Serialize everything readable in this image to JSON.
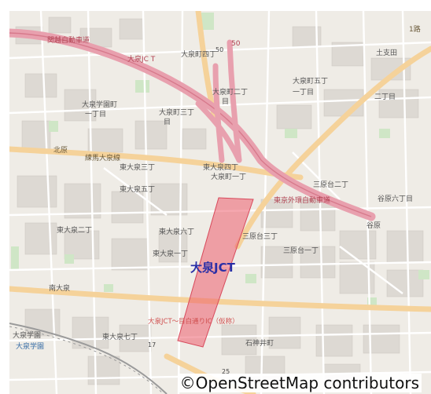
{
  "map": {
    "attribution": "©OpenStreetMap contributors",
    "highlight_label": "大泉JCT",
    "planned_note": "大泉JCT～目白通りIC（仮称）",
    "highway_labels": {
      "ic_name": "大泉JC T",
      "route_no": "50",
      "expressway_top": "関越自動車道",
      "expressway_right": "東京外環自動車道"
    },
    "road_labels": {
      "kitahara": "北原",
      "route": "1路",
      "road_mid": "練馬大泉線"
    },
    "area_labels": [
      "大泉町四丁",
      "大泉町五丁",
      "大泉学園町",
      "一丁目",
      "大泉町三丁",
      "大泉町二丁",
      "東大泉一丁",
      "東大泉二丁",
      "東大泉三丁",
      "東大泉四丁",
      "東大泉五丁",
      "東大泉六丁",
      "東大泉七丁",
      "三原台三丁",
      "三原台二丁",
      "三原台一丁",
      "石神井町",
      "谷原六丁目",
      "谷原",
      "南大泉",
      "大泉学園",
      "二丁目",
      "土支田",
      "大泉町一丁",
      "一丁目",
      "目",
      "目"
    ],
    "station_label": "大泉学園",
    "number_labels": [
      "50",
      "17",
      "25"
    ]
  }
}
